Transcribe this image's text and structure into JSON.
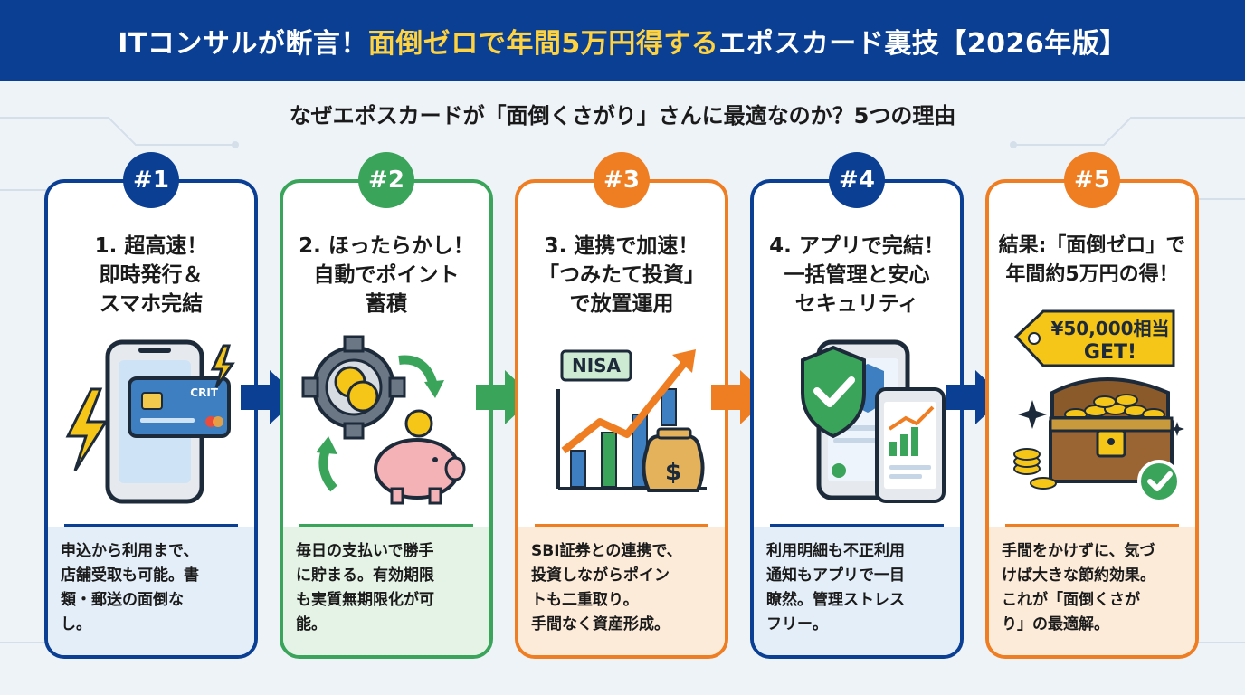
{
  "header": {
    "title_part1": "ITコンサルが断言！",
    "title_highlight": "面倒ゼロで年間5万円得する",
    "title_part2": "エポスカード裏技【2026年版】"
  },
  "subtitle": "なぜエポスカードが「面倒くさがり」さんに最適なのか？5つの理由",
  "colors": {
    "navy": "#0a3f93",
    "green": "#3aa45a",
    "orange": "#ef7d22",
    "gold": "#ffd23f"
  },
  "cards": [
    {
      "badge": "#1",
      "title": [
        "1. 超高速！",
        "即時発行＆",
        "スマホ完結"
      ],
      "desc": [
        "申込から利用まで、",
        "店舗受取も可能。書",
        "類・郵送の面倒な",
        "し。"
      ],
      "icon": "smartphone-card-lightning-icon",
      "card_text": "CRIT"
    },
    {
      "badge": "#2",
      "title": [
        "2. ほったらかし！",
        "自動でポイント",
        "蓄積"
      ],
      "desc": [
        "毎日の支払いで勝手",
        "に貯まる。有効期限",
        "も実質無期限化が可",
        "能。"
      ],
      "icon": "gear-coins-piggybank-icon"
    },
    {
      "badge": "#3",
      "title": [
        "3. 連携で加速！",
        "「つみたて投資」",
        "で放置運用"
      ],
      "desc": [
        "SBI証券との連携で、",
        "投資しながらポイン",
        "トも二重取り。",
        "手間なく資産形成。"
      ],
      "icon": "nisa-growth-chart-moneybag-icon",
      "nisa_label": "NISA"
    },
    {
      "badge": "#4",
      "title": [
        "4. アプリで完結！",
        "一括管理と安心",
        "セキュリティ"
      ],
      "desc": [
        "利用明細も不正利用",
        "通知もアプリで一目",
        "瞭然。管理ストレス",
        "フリー。"
      ],
      "icon": "shield-check-phone-tablet-icon"
    },
    {
      "badge": "#5",
      "title": [
        "結果:「面倒ゼロ」で",
        "年間約5万円の得！"
      ],
      "desc": [
        "手間をかけずに、気づ",
        "けば大きな節約効果。",
        "これが「面倒くさが",
        "り」の最適解。"
      ],
      "icon": "treasure-chest-price-tag-icon",
      "tag_line1": "¥50,000相当",
      "tag_line2": "GET!"
    }
  ]
}
